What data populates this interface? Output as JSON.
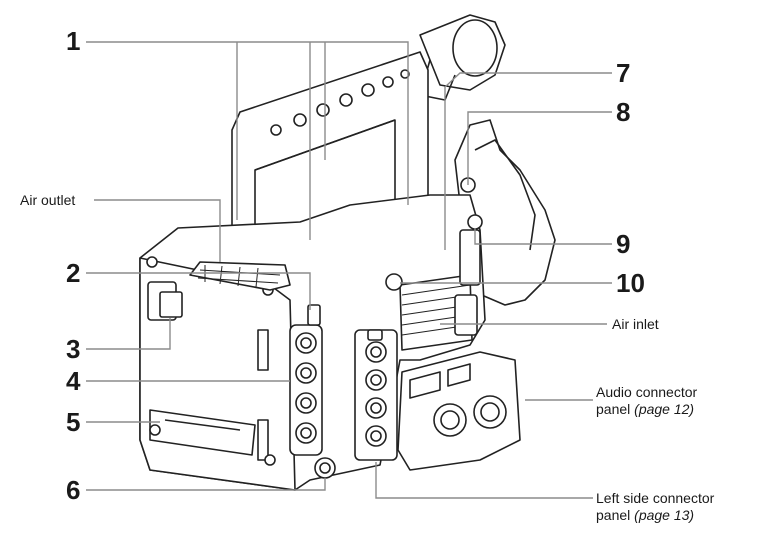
{
  "callouts": {
    "n1": "1",
    "n2": "2",
    "n3": "3",
    "n4": "4",
    "n5": "5",
    "n6": "6",
    "n7": "7",
    "n8": "8",
    "n9": "9",
    "n10": "10"
  },
  "labels": {
    "air_outlet": "Air outlet",
    "air_inlet": "Air inlet",
    "audio_panel_line1": "Audio connector",
    "audio_panel_line2": "panel",
    "audio_panel_ref": "(page 12)",
    "left_panel_line1": "Left side connector",
    "left_panel_line2": "panel",
    "left_panel_ref": "(page 13)"
  },
  "colors": {
    "leader": "#8c8c8c",
    "outline": "#222222",
    "body_fill": "#ffffff"
  }
}
